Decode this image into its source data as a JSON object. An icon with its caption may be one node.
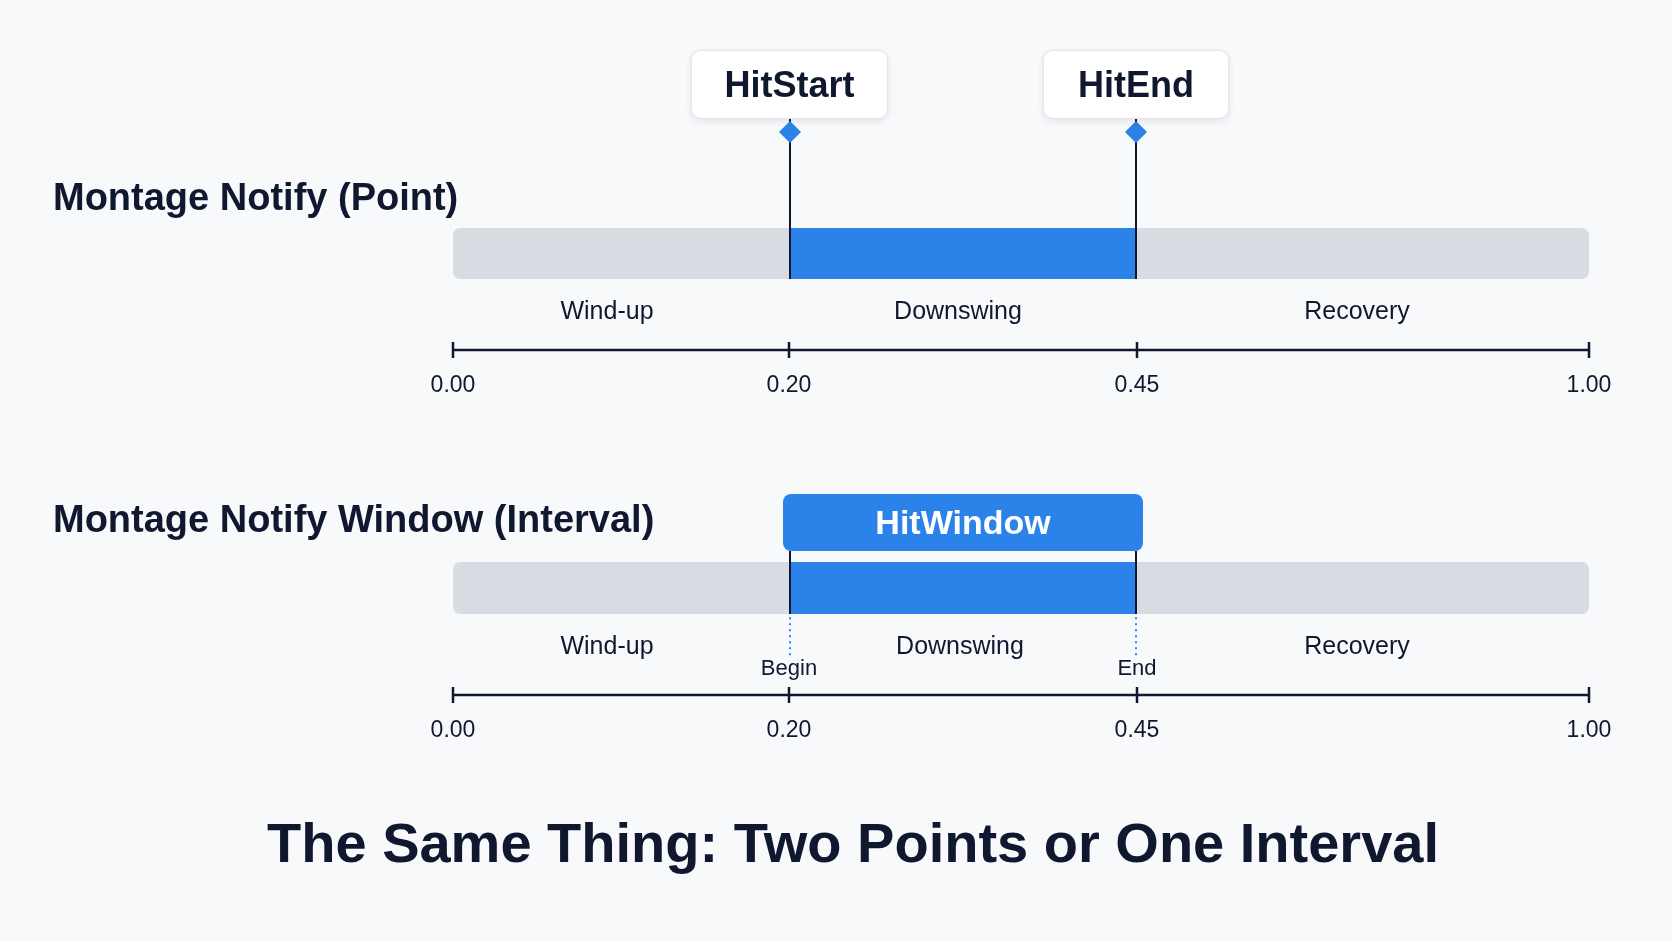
{
  "diagram": {
    "caption": "The Same Thing: Two Points or One Interval",
    "nodes": [
      {
        "text": [
          "HitStart"
        ]
      },
      {
        "text": [
          "HitEnd"
        ]
      },
      {
        "text": [],
        "shape": "bar",
        "beside": [
          "Wind-up"
        ]
      },
      {
        "text": [],
        "shape": "bar",
        "beside": [
          "Downswing"
        ]
      },
      {
        "text": [],
        "shape": "bar",
        "beside": [
          "Recovery"
        ]
      },
      {
        "text": [
          "HitWindow"
        ]
      },
      {
        "text": [],
        "shape": "bar",
        "beside": [
          "Wind-up"
        ]
      },
      {
        "text": [],
        "shape": "bar",
        "beside": [
          "Downswing"
        ]
      },
      {
        "text": [],
        "shape": "bar",
        "beside": [
          "Recovery"
        ]
      },
      {
        "text": [
          "Begin"
        ]
      },
      {
        "text": [
          "End"
        ]
      }
    ],
    "edges": [
      {
        "from": 0,
        "to": 3,
        "arrow": "other"
      },
      {
        "from": 1,
        "to": 3,
        "arrow": "other"
      },
      {
        "from": 5,
        "to": 7,
        "arrow": "none"
      },
      {
        "from": 5,
        "to": 7,
        "arrow": "none"
      },
      {
        "from": 9,
        "to": 7,
        "arrow": "none",
        "style": "dashed",
        "color": "#2b83ea"
      },
      {
        "from": 10,
        "to": 7,
        "arrow": "none",
        "style": "dashed",
        "color": "#2b83ea"
      }
    ],
    "labels": [
      "Montage Notify (Point)",
      "0.00",
      "0.20",
      "0.45",
      "1.00",
      "Montage Notify Window (Interval)",
      "0.00",
      "0.20",
      "0.45",
      "1.00"
    ]
  }
}
